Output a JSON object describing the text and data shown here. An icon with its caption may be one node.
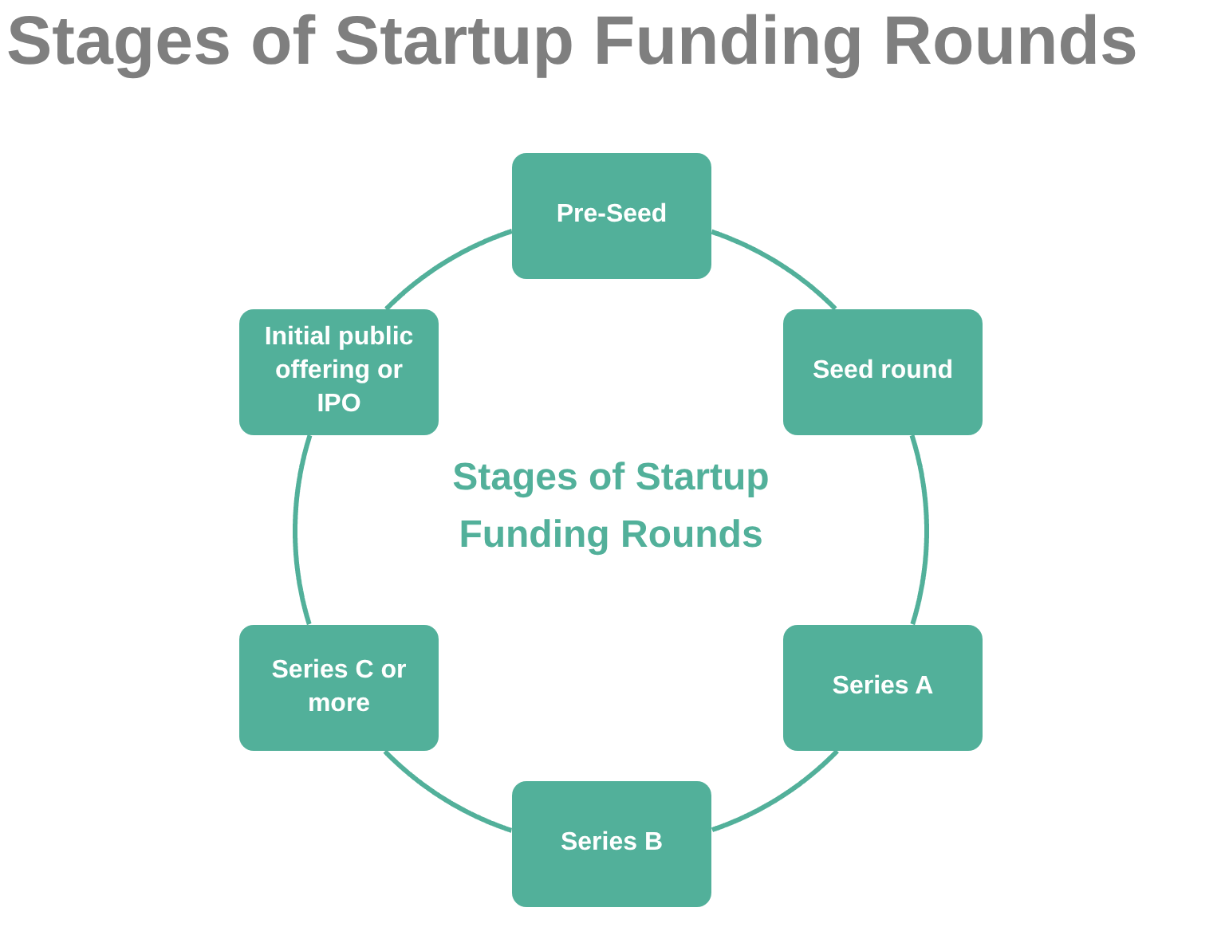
{
  "diagram": {
    "title": "Stages of Startup Funding Rounds",
    "nodes": [
      {
        "text": [
          "Pre-Seed"
        ]
      },
      {
        "text": [
          "Seed round"
        ]
      },
      {
        "text": [
          "Series A"
        ]
      },
      {
        "text": [
          "Series B"
        ]
      },
      {
        "text": [
          "Series C or more"
        ]
      },
      {
        "text": [
          "Initial public offering or IPO"
        ]
      }
    ],
    "edges": [
      {
        "from": 0,
        "to": 1,
        "arrow": "none"
      },
      {
        "from": 1,
        "to": 2,
        "arrow": "none"
      },
      {
        "from": 2,
        "to": 3,
        "arrow": "none"
      },
      {
        "from": 3,
        "to": 4,
        "arrow": "none"
      },
      {
        "from": 4,
        "to": 5,
        "arrow": "none"
      },
      {
        "from": 5,
        "to": 0,
        "arrow": "none"
      }
    ],
    "labels": [
      "Stages of Startup Funding Rounds"
    ]
  }
}
